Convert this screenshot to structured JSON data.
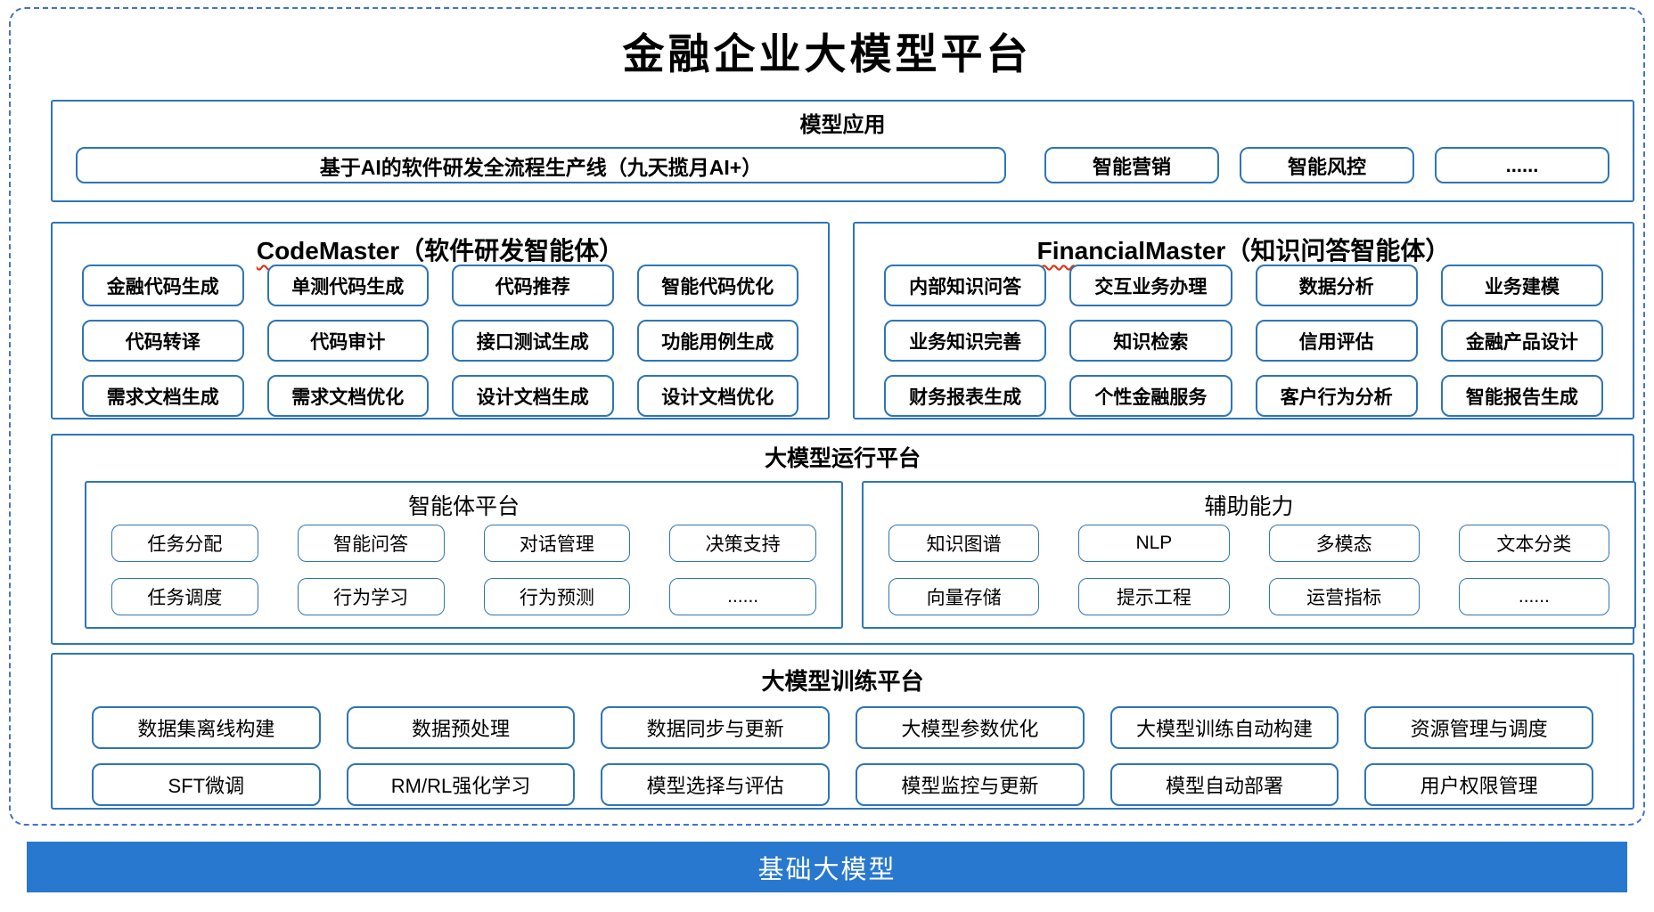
{
  "title": "金融企业大模型平台",
  "colors": {
    "section_border_blue": "#2e75b6",
    "frame_dashed_blue": "#4472c4",
    "base_bar_blue": "#2878cf",
    "spellcheck_squiggle_red": "#e8280e"
  },
  "model_app": {
    "header": "模型应用",
    "pipeline": "基于AI的软件研发全流程生产线（九天揽月AI+）",
    "apps": [
      "智能营销",
      "智能风控",
      "......"
    ]
  },
  "code_master": {
    "name": "CodeMaster",
    "subtitle": "（软件研发智能体）",
    "items": [
      "金融代码生成",
      "单测代码生成",
      "代码推荐",
      "智能代码优化",
      "代码转译",
      "代码审计",
      "接口测试生成",
      "功能用例生成",
      "需求文档生成",
      "需求文档优化",
      "设计文档生成",
      "设计文档优化"
    ]
  },
  "financial_master": {
    "name": "FinancialMaster",
    "subtitle": "（知识问答智能体）",
    "items": [
      "内部知识问答",
      "交互业务办理",
      "数据分析",
      "业务建模",
      "业务知识完善",
      "知识检索",
      "信用评估",
      "金融产品设计",
      "财务报表生成",
      "个性金融服务",
      "客户行为分析",
      "智能报告生成"
    ]
  },
  "runtime": {
    "header": "大模型运行平台",
    "agent_platform": {
      "header": "智能体平台",
      "items": [
        "任务分配",
        "智能问答",
        "对话管理",
        "决策支持",
        "任务调度",
        "行为学习",
        "行为预测",
        "......"
      ]
    },
    "aux_ability": {
      "header": "辅助能力",
      "items": [
        "知识图谱",
        "NLP",
        "多模态",
        "文本分类",
        "向量存储",
        "提示工程",
        "运营指标",
        "......"
      ]
    }
  },
  "training": {
    "header": "大模型训练平台",
    "items": [
      "数据集离线构建",
      "数据预处理",
      "数据同步与更新",
      "大模型参数优化",
      "大模型训练自动构建",
      "资源管理与调度",
      "SFT微调",
      "RM/RL强化学习",
      "模型选择与评估",
      "模型监控与更新",
      "模型自动部署",
      "用户权限管理"
    ]
  },
  "base_model": "基础大模型"
}
